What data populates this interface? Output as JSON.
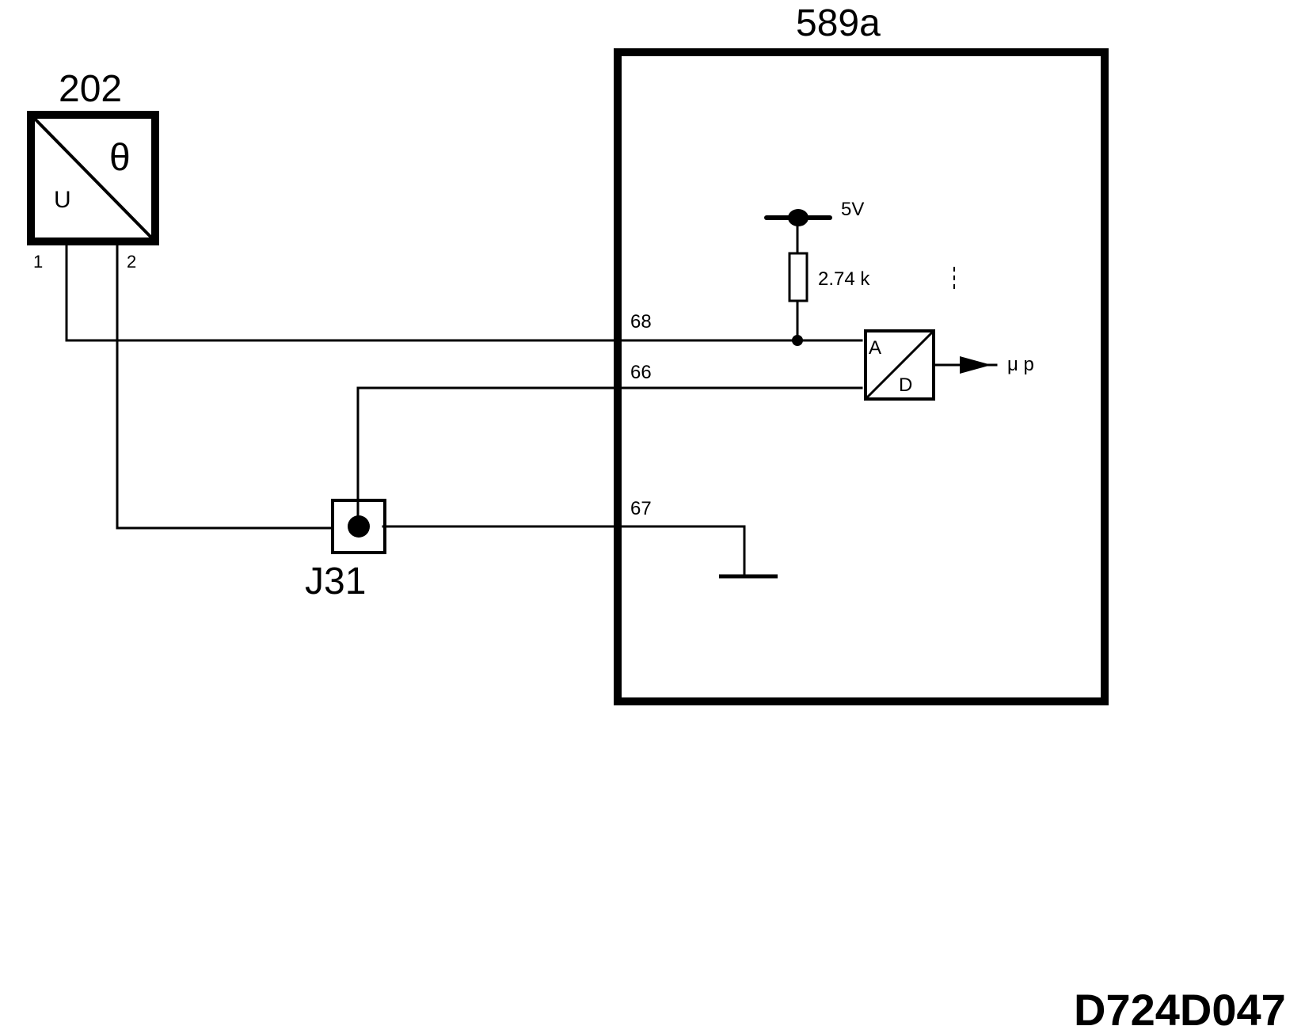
{
  "sensor": {
    "id": "202",
    "symbol_in": "U",
    "symbol_out": "θ",
    "pin1": "1",
    "pin2": "2"
  },
  "ecu": {
    "id": "589a",
    "supply_label": "5V",
    "resistor_label": "2.74 k",
    "pins": {
      "p68": "68",
      "p66": "66",
      "p67": "67"
    },
    "adc": {
      "a": "A",
      "d": "D"
    },
    "output_label": "μ p"
  },
  "junction": {
    "id": "J31"
  },
  "drawing_code": "D724D047"
}
